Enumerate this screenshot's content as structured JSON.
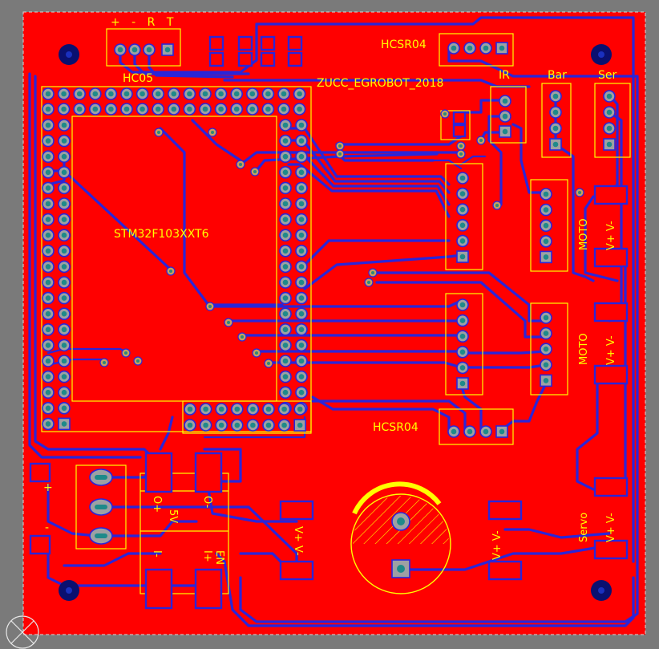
{
  "board": {
    "title_label": "ZUCC_EGROBOT_2018",
    "mcu_label": "STM32F103XXT6",
    "bt_header_pins": "+ - R T",
    "bt_label": "HC05",
    "sonar_top_label": "HCSR04",
    "sonar_bottom_label": "HCSR04",
    "ir_label": "IR",
    "bar_label": "Bar",
    "ser_label": "Ser",
    "motor1_label": "MOTO",
    "motor1_pins": "V+ V-",
    "motor2_label": "MOTO",
    "motor2_pins": "V+ V-",
    "servo_label": "Servo",
    "servo_pins": "V+ V-",
    "vin_pins": "V+ V-",
    "vout_pins": "V+ V-",
    "terminal_plus": "+",
    "terminal_minus": "-",
    "reg_o_plus": "O+",
    "reg_o_minus": "O-",
    "reg_5v": "5V",
    "reg_i_plus": "I+",
    "reg_i_minus": "I-",
    "reg_en": "EN"
  },
  "colors": {
    "background": "#7a7a7a",
    "copper_pour": "#ff0000",
    "silkscreen": "#ffff00",
    "traces": "#2a25d9",
    "mount_hole": "#0a1070"
  },
  "icons": {
    "origin_marker": "circle-cross-icon",
    "buzzer": "hatched-circle-icon"
  }
}
